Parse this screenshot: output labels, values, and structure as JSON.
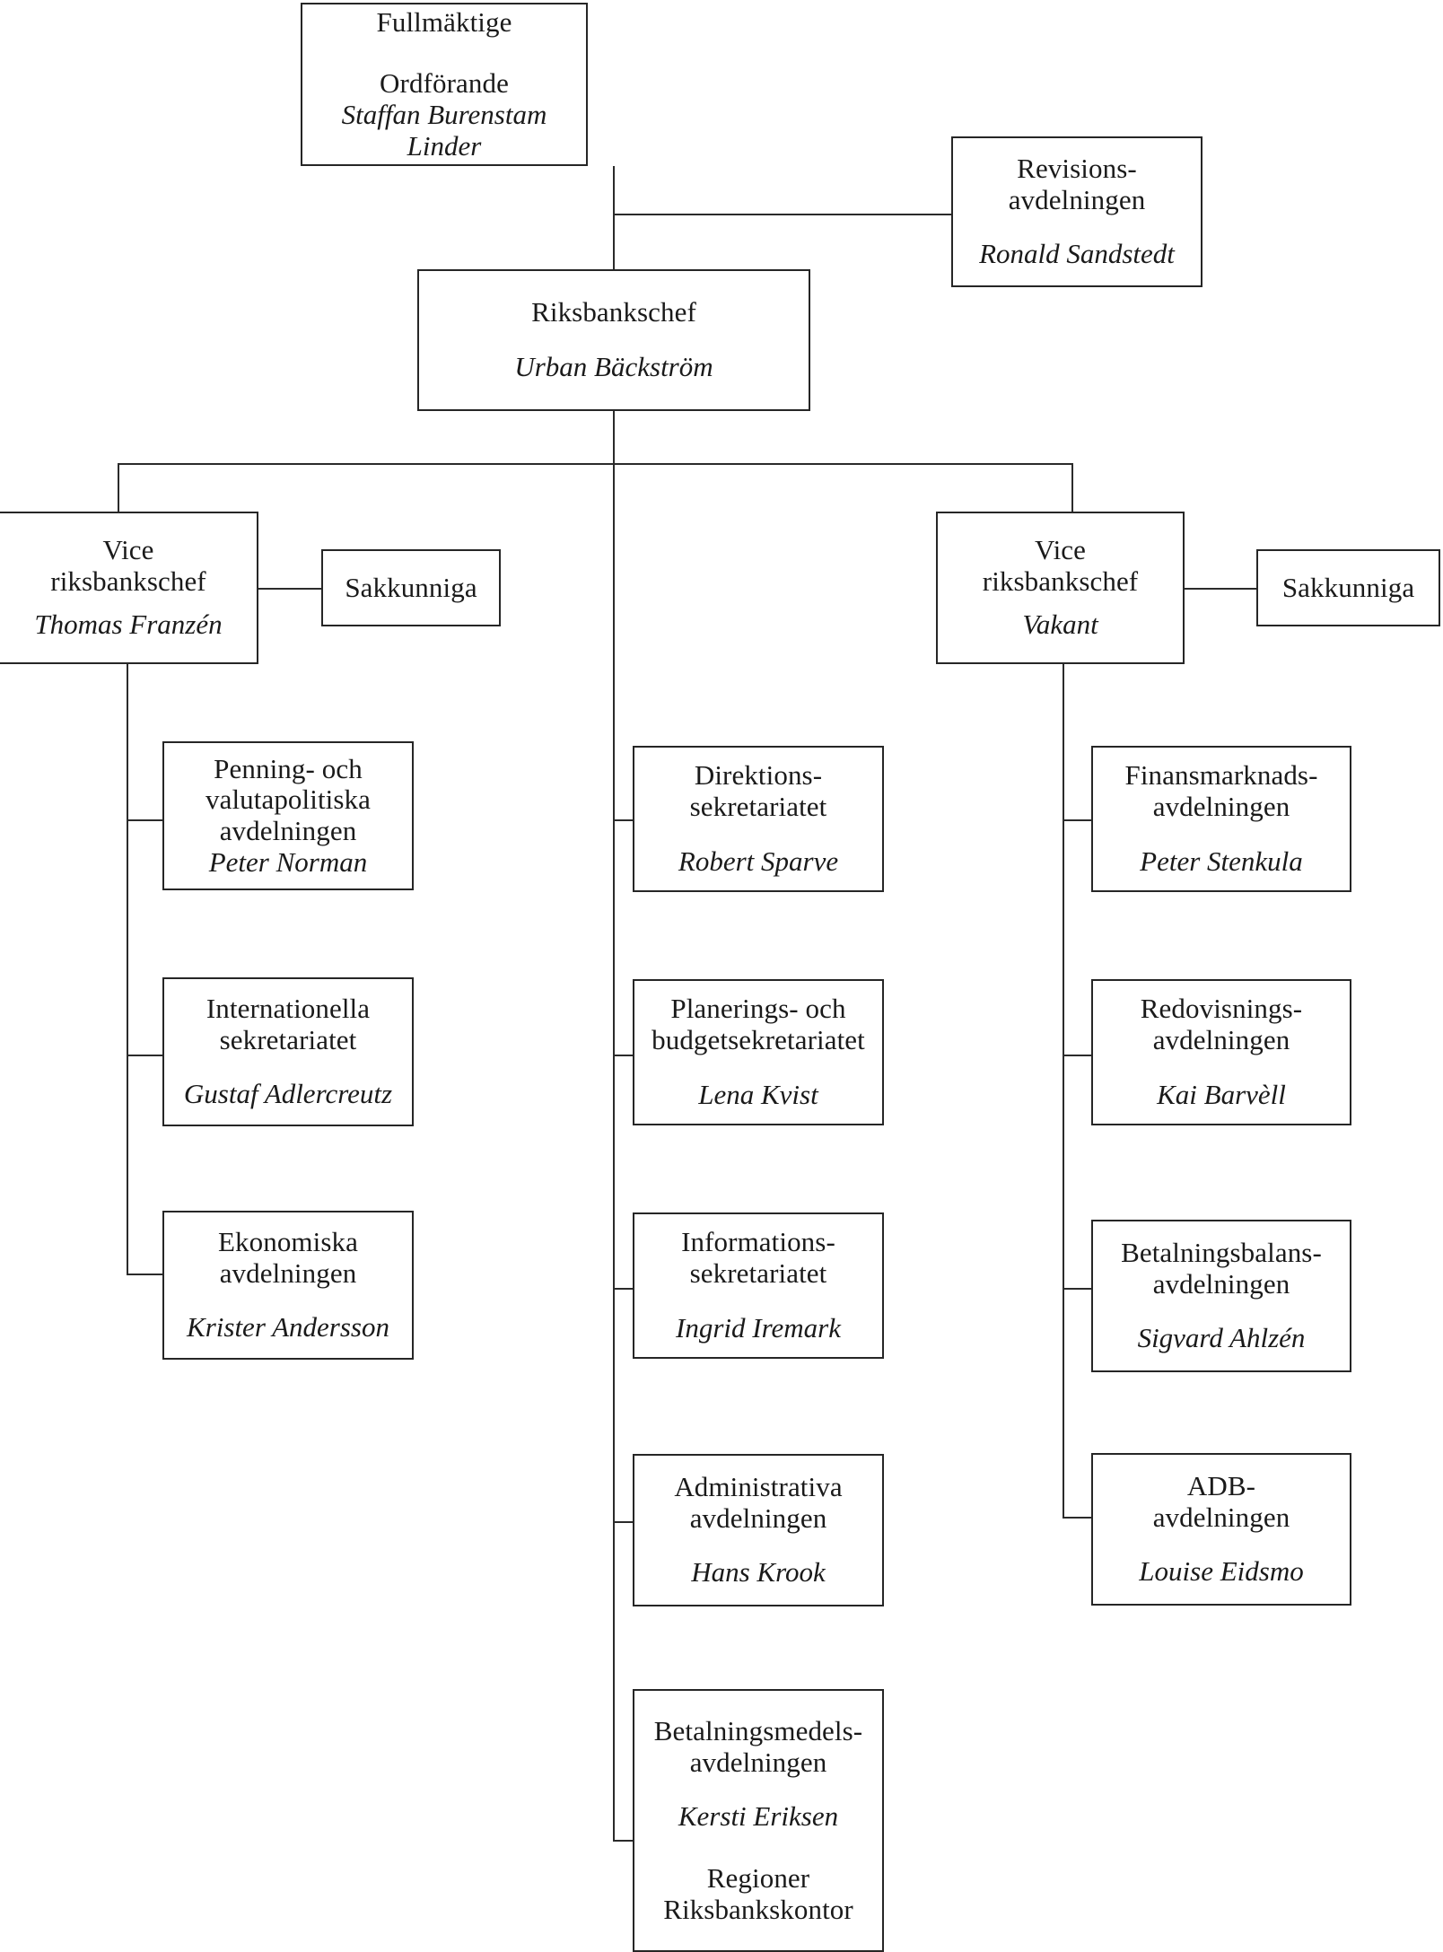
{
  "chart_data": {
    "type": "diagram",
    "title": "Sveriges Riksbank organisationsschema",
    "nodes": [
      {
        "id": "fullmaktige",
        "title": "Fullmäktige",
        "subtitle": "Ordförande",
        "person": "Staffan Burenstam Linder",
        "level": 0
      },
      {
        "id": "revisionsavdelningen",
        "title": "Revisions-\navdelningen",
        "person": "Ronald Sandstedt",
        "level": 1
      },
      {
        "id": "riksbankschef",
        "title": "Riksbankschef",
        "person": "Urban Bäckström",
        "level": 1
      },
      {
        "id": "vice-riksbankschef-left",
        "title": "Vice\nriksbankschef",
        "person": "Thomas Franzén",
        "level": 2
      },
      {
        "id": "sakkunniga-left",
        "title": "Sakkunniga",
        "person": "",
        "level": 2
      },
      {
        "id": "vice-riksbankschef-right",
        "title": "Vice\nriksbankschef",
        "person": "Vakant",
        "level": 2
      },
      {
        "id": "sakkunniga-right",
        "title": "Sakkunniga",
        "person": "",
        "level": 2
      },
      {
        "id": "penning-valutapolitiska",
        "title": "Penning- och\nvalutapolitiska\navdelningen",
        "person": "Peter Norman",
        "level": 3
      },
      {
        "id": "internationella-sekretariatet",
        "title": "Internationella\nsekretariatet",
        "person": "Gustaf Adlercreutz",
        "level": 3
      },
      {
        "id": "ekonomiska-avdelningen",
        "title": "Ekonomiska\navdelningen",
        "person": "Krister Andersson",
        "level": 3
      },
      {
        "id": "direktionssekretariatet",
        "title": "Direktions-\nsekretariatet",
        "person": "Robert Sparve",
        "level": 3
      },
      {
        "id": "planerings-budgetsekretariatet",
        "title": "Planerings- och\nbudgetsekretariatet",
        "person": "Lena Kvist",
        "level": 3
      },
      {
        "id": "informationssekretariatet",
        "title": "Informations-\nsekretariatet",
        "person": "Ingrid Iremark",
        "level": 3
      },
      {
        "id": "administrativa-avdelningen",
        "title": "Administrativa\navdelningen",
        "person": "Hans Krook",
        "level": 3
      },
      {
        "id": "betalningsmedelsavdelningen",
        "title": "Betalningsmedels-\navdelningen",
        "person": "Kersti Eriksen",
        "footer": "Regioner\nRiksbankskontor",
        "level": 3
      },
      {
        "id": "finansmarknadsavdelningen",
        "title": "Finansmarknads-\navdelningen",
        "person": "Peter Stenkula",
        "level": 3
      },
      {
        "id": "redovisningsavdelningen",
        "title": "Redovisnings-\navdelningen",
        "person": "Kai Barvèll",
        "level": 3
      },
      {
        "id": "betalningsbalansavdelningen",
        "title": "Betalningsbalans-\navdelningen",
        "person": "Sigvard Ahlzén",
        "level": 3
      },
      {
        "id": "adb-avdelningen",
        "title": "ADB-\navdelningen",
        "person": "Louise Eidsmo",
        "level": 3
      }
    ],
    "edges": [
      {
        "from": "fullmaktige",
        "to": "riksbankschef"
      },
      {
        "from": "fullmaktige",
        "to": "revisionsavdelningen"
      },
      {
        "from": "riksbankschef",
        "to": "vice-riksbankschef-left"
      },
      {
        "from": "riksbankschef",
        "to": "vice-riksbankschef-right"
      },
      {
        "from": "vice-riksbankschef-left",
        "to": "sakkunniga-left"
      },
      {
        "from": "vice-riksbankschef-right",
        "to": "sakkunniga-right"
      },
      {
        "from": "vice-riksbankschef-left",
        "to": "penning-valutapolitiska"
      },
      {
        "from": "vice-riksbankschef-left",
        "to": "internationella-sekretariatet"
      },
      {
        "from": "vice-riksbankschef-left",
        "to": "ekonomiska-avdelningen"
      },
      {
        "from": "riksbankschef",
        "to": "direktionssekretariatet"
      },
      {
        "from": "riksbankschef",
        "to": "planerings-budgetsekretariatet"
      },
      {
        "from": "riksbankschef",
        "to": "informationssekretariatet"
      },
      {
        "from": "riksbankschef",
        "to": "administrativa-avdelningen"
      },
      {
        "from": "riksbankschef",
        "to": "betalningsmedelsavdelningen"
      },
      {
        "from": "vice-riksbankschef-right",
        "to": "finansmarknadsavdelningen"
      },
      {
        "from": "vice-riksbankschef-right",
        "to": "redovisningsavdelningen"
      },
      {
        "from": "vice-riksbankschef-right",
        "to": "betalningsbalansavdelningen"
      },
      {
        "from": "vice-riksbankschef-right",
        "to": "adb-avdelningen"
      }
    ],
    "colors": {
      "box_border": "#262626",
      "line": "#2b2b2b",
      "background": "#ffffff",
      "text": "#1a1a1a"
    }
  },
  "boxes": {
    "fullmaktige": {
      "title": "Fullmäktige",
      "subtitle": "Ordförande",
      "person": "Staffan Burenstam Linder"
    },
    "revisionsavdelningen": {
      "title": "Revisions-\navdelningen",
      "person": "Ronald Sandstedt"
    },
    "riksbankschef": {
      "title": "Riksbankschef",
      "person": "Urban Bäckström"
    },
    "vice_left": {
      "title": "Vice\nriksbankschef",
      "person": "Thomas Franzén"
    },
    "sakkunniga_left": {
      "title": "Sakkunniga"
    },
    "vice_right": {
      "title": "Vice\nriksbankschef",
      "person": "Vakant"
    },
    "sakkunniga_right": {
      "title": "Sakkunniga"
    },
    "penning": {
      "title": "Penning- och\nvalutapolitiska\navdelningen",
      "person": "Peter Norman"
    },
    "internationella": {
      "title": "Internationella\nsekretariatet",
      "person": "Gustaf Adlercreutz"
    },
    "ekonomiska": {
      "title": "Ekonomiska\navdelningen",
      "person": "Krister Andersson"
    },
    "direktions": {
      "title": "Direktions-\nsekretariatet",
      "person": "Robert Sparve"
    },
    "planerings": {
      "title": "Planerings- och\nbudgetsekretariatet",
      "person": "Lena Kvist"
    },
    "informations": {
      "title": "Informations-\nsekretariatet",
      "person": "Ingrid Iremark"
    },
    "administrativa": {
      "title": "Administrativa\navdelningen",
      "person": "Hans Krook"
    },
    "betalningsmedels": {
      "title": "Betalningsmedels-\navdelningen",
      "person": "Kersti Eriksen",
      "footer": "Regioner\nRiksbankskontor"
    },
    "finansmarknads": {
      "title": "Finansmarknads-\navdelningen",
      "person": "Peter Stenkula"
    },
    "redovisnings": {
      "title": "Redovisnings-\navdelningen",
      "person": "Kai Barvèll"
    },
    "betalningsbalans": {
      "title": "Betalningsbalans-\navdelningen",
      "person": "Sigvard Ahlzén"
    },
    "adb": {
      "title": "ADB-\navdelningen",
      "person": "Louise Eidsmo"
    }
  }
}
